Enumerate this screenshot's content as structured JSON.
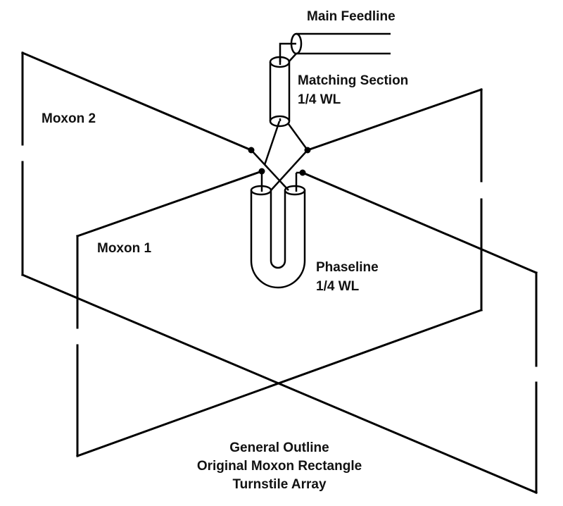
{
  "diagram": {
    "labels": {
      "main_feedline": "Main Feedline",
      "matching_section": "Matching Section",
      "matching_length": "1/4 WL",
      "moxon2": "Moxon 2",
      "moxon1": "Moxon 1",
      "phaseline": "Phaseline",
      "phaseline_length": "1/4 WL"
    },
    "caption": {
      "line1": "General Outline",
      "line2": "Original Moxon Rectangle",
      "line3": "Turnstile Array"
    },
    "colors": {
      "line": "#000000",
      "background": "#ffffff"
    }
  }
}
